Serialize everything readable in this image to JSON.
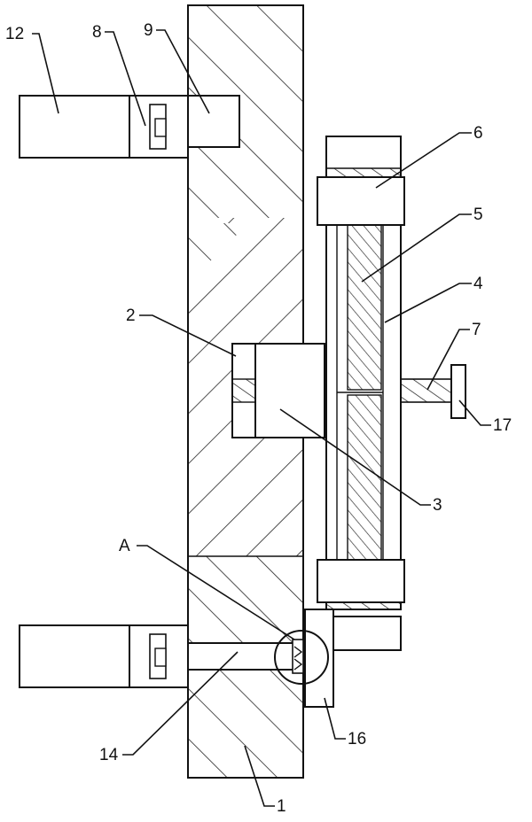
{
  "labels": {
    "l1": "1",
    "l2": "2",
    "l3": "3",
    "l4": "4",
    "l5": "5",
    "l6": "6",
    "l7": "7",
    "l8": "8",
    "l9": "9",
    "l12": "12",
    "l14": "14",
    "l16": "16",
    "l17": "17",
    "lA": "A"
  },
  "colors": {
    "stroke": "#111111",
    "hatch": "#222222",
    "fill": "#ffffff"
  }
}
